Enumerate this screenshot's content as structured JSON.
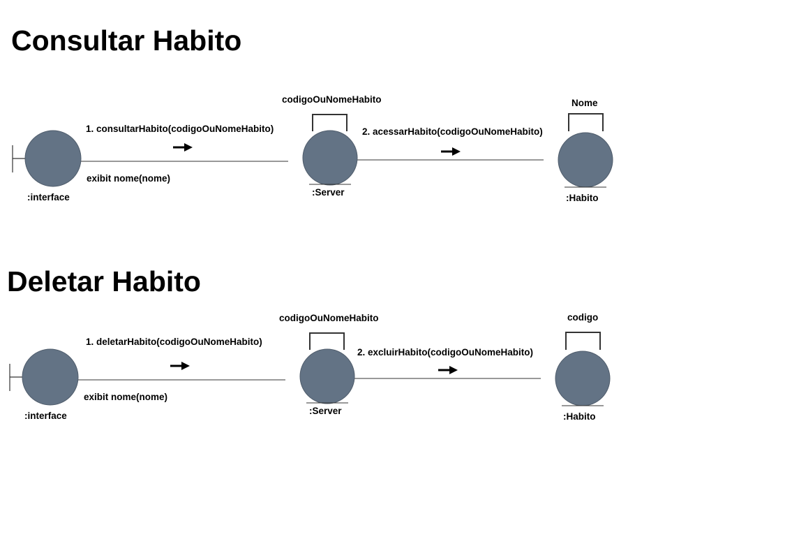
{
  "colors": {
    "object_fill": "#637385",
    "line": "#333333",
    "text": "#000000"
  },
  "diagrams": [
    {
      "title": "Consultar Habito",
      "objects": {
        "interface": ":interface",
        "server": ":Server",
        "habito": ":Habito"
      },
      "self_links": {
        "server": "codigoOuNomeHabito",
        "habito": "Nome"
      },
      "messages": {
        "m1": "1. consultarHabito(codigoOuNomeHabito)",
        "m2": "2. acessarHabito(codigoOuNomeHabito)",
        "return": "exibit nome(nome)"
      }
    },
    {
      "title": "Deletar Habito",
      "objects": {
        "interface": ":interface",
        "server": ":Server",
        "habito": ":Habito"
      },
      "self_links": {
        "server": "codigoOuNomeHabito",
        "habito": "codigo"
      },
      "messages": {
        "m1": "1. deletarHabito(codigoOuNomeHabito)",
        "m2": "2. excluirHabito(codigoOuNomeHabito)",
        "return": "exibit nome(nome)"
      }
    }
  ]
}
